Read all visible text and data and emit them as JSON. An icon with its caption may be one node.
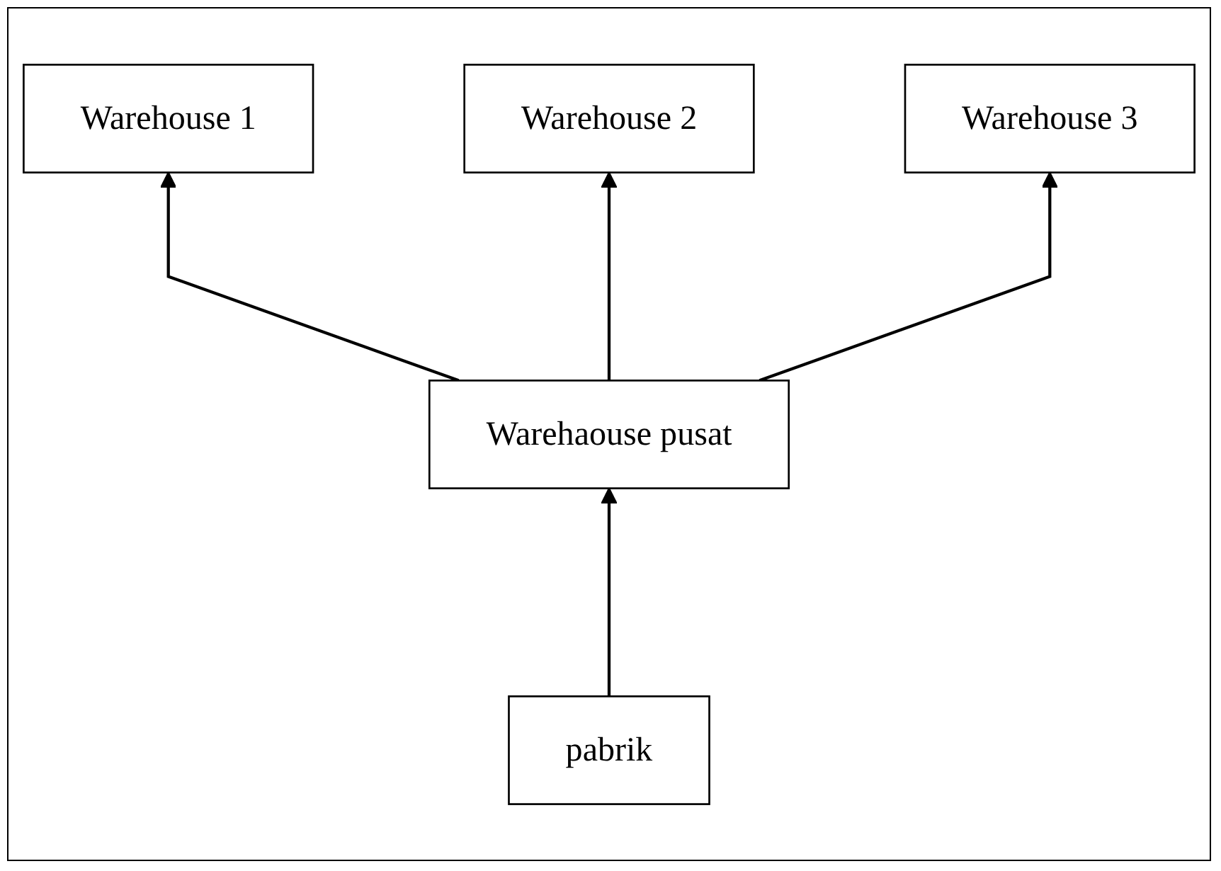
{
  "diagram": {
    "nodes": [
      {
        "text": [
          "Warehouse 1"
        ]
      },
      {
        "text": [
          "Warehouse 2"
        ]
      },
      {
        "text": [
          "Warehouse 3"
        ]
      },
      {
        "text": [
          "Warehaouse pusat"
        ]
      },
      {
        "text": [
          "pabrik"
        ]
      }
    ],
    "edges": [
      {
        "from": 3,
        "to": 0,
        "arrow": "to"
      },
      {
        "from": 3,
        "to": 1,
        "arrow": "to"
      },
      {
        "from": 3,
        "to": 2,
        "arrow": "to"
      },
      {
        "from": 4,
        "to": 3,
        "arrow": "to"
      }
    ]
  }
}
